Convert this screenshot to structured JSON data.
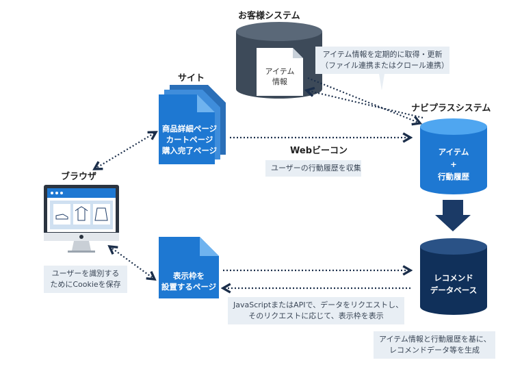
{
  "customer_system": {
    "title": "お客様システム",
    "doc_label": [
      "アイテム",
      "情報"
    ]
  },
  "item_sync_caption": [
    "アイテム情報を定期的に取得・更新",
    "（ファイル連携またはクロール連携）"
  ],
  "site": {
    "title": "サイト",
    "pages": [
      "商品詳細ページ",
      "カートページ",
      "購入完了ページ"
    ]
  },
  "navi_system": {
    "title": "ナビプラスシステム",
    "db_label": [
      "アイテム",
      "+",
      "行動履歴"
    ]
  },
  "web_beacon": {
    "title": "Webビーコン",
    "caption": "ユーザーの行動履歴を収集"
  },
  "browser": {
    "title": "ブラウザ",
    "caption": [
      "ユーザーを識別する",
      "ためにCookieを保存"
    ]
  },
  "display_page": {
    "label": [
      "表示枠を",
      "設置するページ"
    ]
  },
  "recommend_db": {
    "label": [
      "レコメンド",
      "データベース"
    ]
  },
  "request_caption": [
    "JavaScriptまたはAPIで、データをリクエストし、",
    "そのリクエストに応じて、表示枠を表示"
  ],
  "generate_caption": [
    "アイテム情報と行動履歴を基に、",
    "レコメンドデータ等を生成"
  ],
  "colors": {
    "dark_slate": "#3d4a59",
    "blue": "#1e78d2",
    "light_blue": "#4fa6f0",
    "navy": "#10305a",
    "arrow": "#1b3a66",
    "caption_bg": "#e8eef4"
  }
}
